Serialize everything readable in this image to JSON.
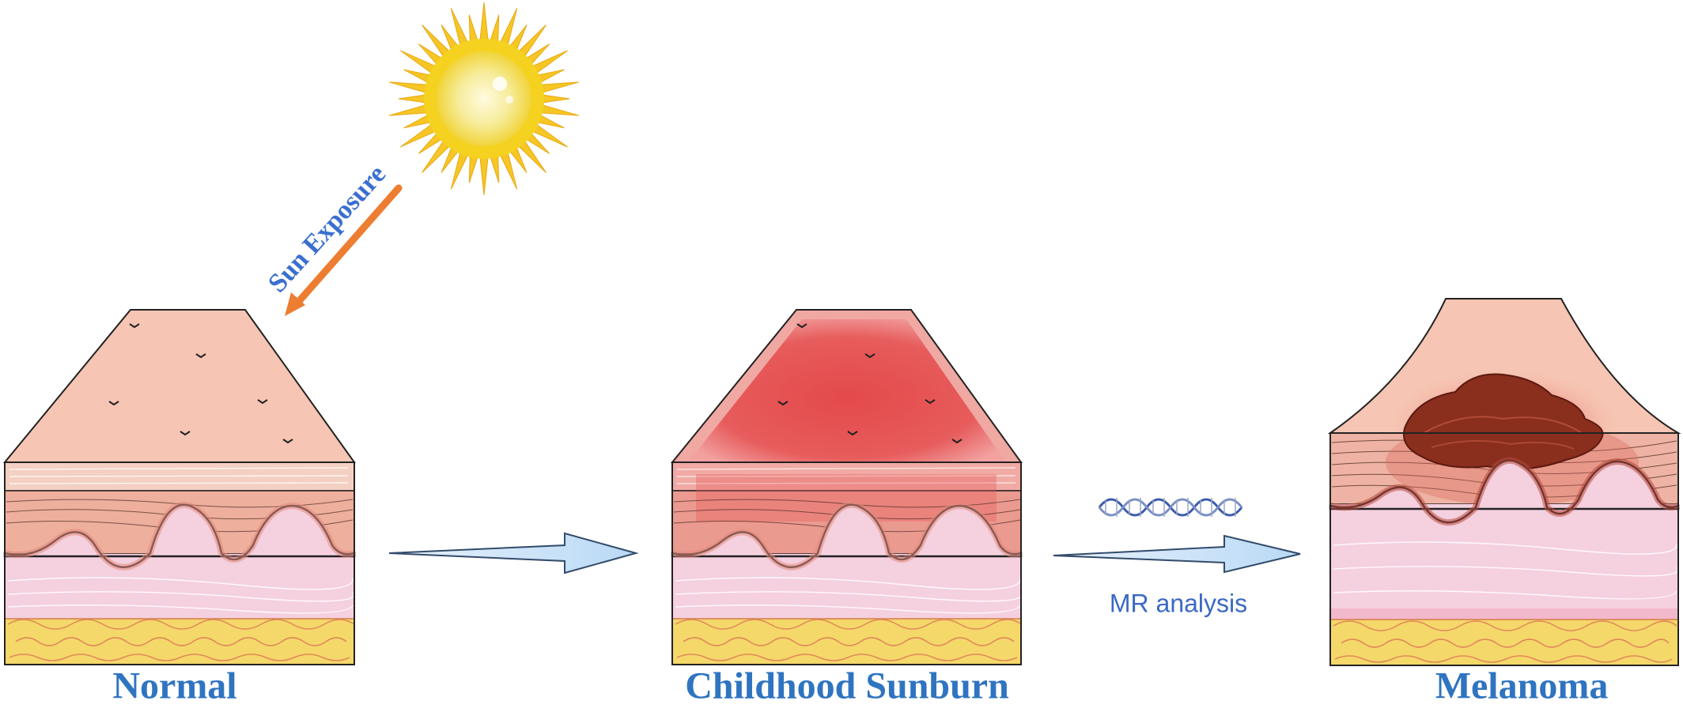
{
  "stages": [
    {
      "label": "Normal"
    },
    {
      "label": "Childhood Sunburn"
    },
    {
      "label": "Melanoma"
    }
  ],
  "annotations": {
    "sun_exposure": "Sun Exposure",
    "mr_analysis": "MR analysis"
  },
  "colors": {
    "title_blue": "#2f74c0",
    "label_blue": "#3a6fd0",
    "arrow_fill": "#c6e0f7",
    "sun_arrow": "#ed7d31",
    "skin_surface": "#f6c5b3",
    "sunburn": "#e85a58",
    "melanoma": "#8a2e1e",
    "dermis": "#f5d0df",
    "fat": "#f5d86a"
  },
  "icons": [
    "sun-icon",
    "dna-icon"
  ]
}
